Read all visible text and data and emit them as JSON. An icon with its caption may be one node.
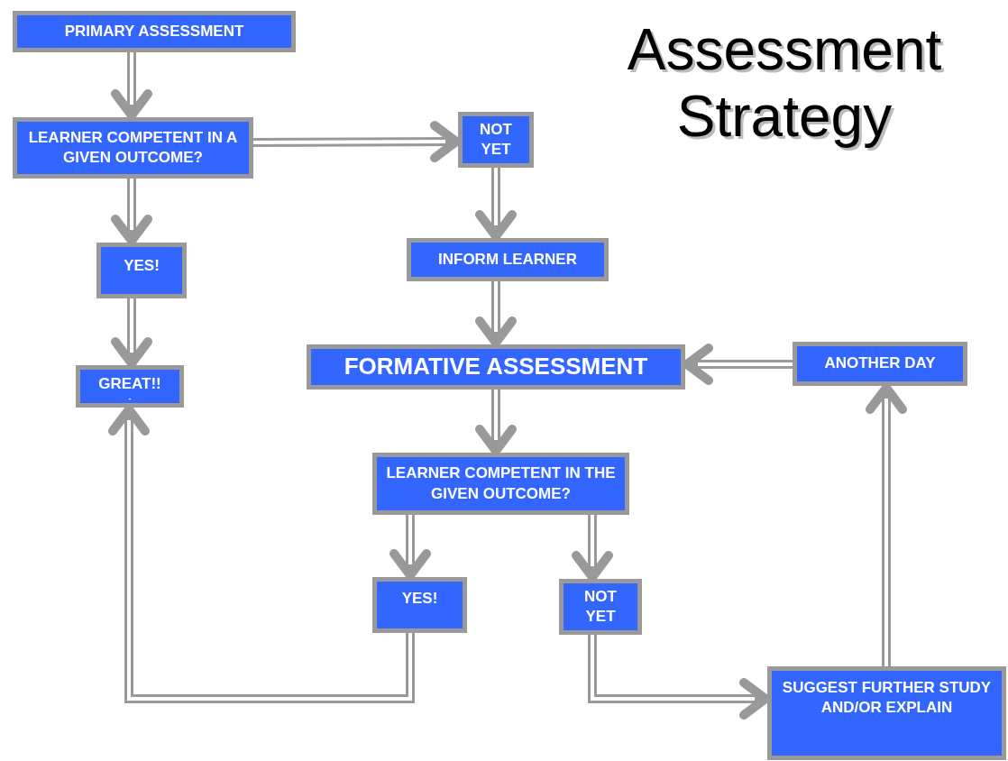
{
  "diagram": {
    "title": "Assessment Strategy",
    "nodes": [
      {
        "text": [
          "PRIMARY ASSESSMENT"
        ]
      },
      {
        "text": [
          "LEARNER COMPETENT IN A GIVEN OUTCOME?"
        ]
      },
      {
        "text": [
          "YES!"
        ]
      },
      {
        "text": [
          "GREAT!!",
          "-"
        ]
      },
      {
        "text": [
          "NOT YET"
        ]
      },
      {
        "text": [
          "INFORM LEARNER"
        ]
      },
      {
        "text": [
          "FORMATIVE ASSESSMENT"
        ]
      },
      {
        "text": [
          "ANOTHER DAY"
        ]
      },
      {
        "text": [
          "LEARNER COMPETENT IN THE GIVEN OUTCOME?"
        ]
      },
      {
        "text": [
          "YES!"
        ]
      },
      {
        "text": [
          "NOT YET"
        ]
      },
      {
        "text": [
          "SUGGEST FURTHER STUDY AND/OR EXPLAIN"
        ]
      }
    ],
    "edges": [
      {
        "from": 0,
        "to": 1,
        "arrow": "to"
      },
      {
        "from": 1,
        "to": 4,
        "arrow": "to"
      },
      {
        "from": 1,
        "to": 2,
        "arrow": "to"
      },
      {
        "from": 2,
        "to": 3,
        "arrow": "to"
      },
      {
        "from": 4,
        "to": 5,
        "arrow": "to"
      },
      {
        "from": 5,
        "to": 6,
        "arrow": "to"
      },
      {
        "from": 6,
        "to": 8,
        "arrow": "to"
      },
      {
        "from": 8,
        "to": 9,
        "arrow": "to"
      },
      {
        "from": 8,
        "to": 10,
        "arrow": "to"
      },
      {
        "from": 9,
        "to": 3,
        "arrow": "to"
      },
      {
        "from": 10,
        "to": 11,
        "arrow": "to"
      },
      {
        "from": 11,
        "to": 7,
        "arrow": "to"
      },
      {
        "from": 7,
        "to": 6,
        "arrow": "to"
      }
    ]
  }
}
